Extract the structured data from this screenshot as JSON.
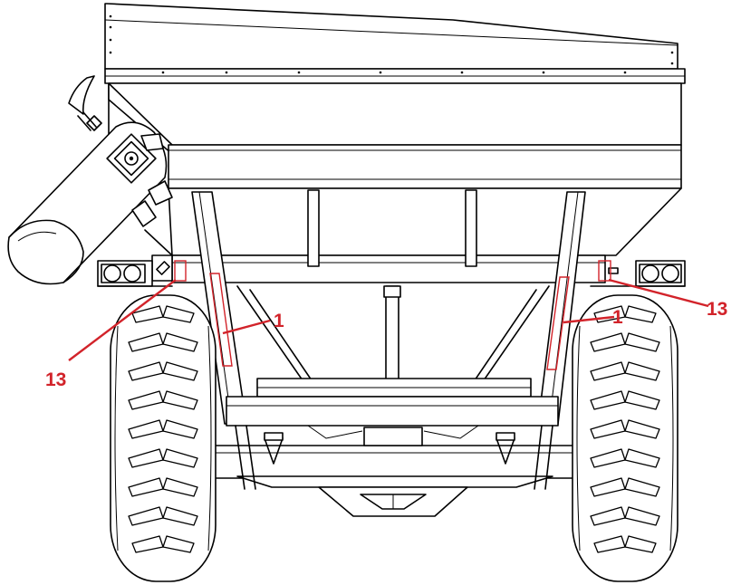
{
  "callouts": {
    "left_decal_number": "13",
    "right_decal_number": "13",
    "left_post_number": "1",
    "right_post_number": "1"
  },
  "colors": {
    "callout": "#d2232a",
    "line": "#000000",
    "background": "#ffffff"
  }
}
